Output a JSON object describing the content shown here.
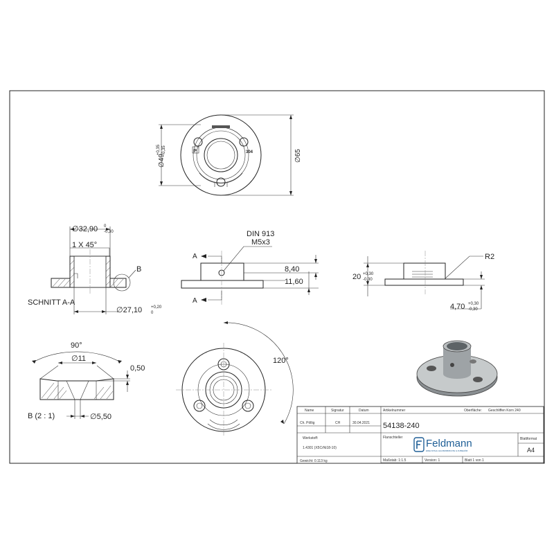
{
  "top_view": {
    "dia_inner": "∅49",
    "tol_inner_plus": "+0,35",
    "tol_inner_minus": "-0,35",
    "dia_outer": "∅65",
    "label_304": "304",
    "label_brand": "F"
  },
  "section_view": {
    "dia_top": "∅32,90",
    "tol_top_plus": "0",
    "tol_top_minus": "-0,30",
    "chamfer": "1 X 45°",
    "detail_ref": "B",
    "section_label": "SCHNITT A-A",
    "dia_bottom": "∅27,10",
    "tol_bottom_plus": "+0,20",
    "tol_bottom_minus": "0"
  },
  "front_view": {
    "din": "DIN 913",
    "screw": "M5x3",
    "cut_label": "A",
    "dim_height_1": "8,40",
    "dim_height_2": "11,60"
  },
  "side_view": {
    "dim_20": "20",
    "tol_20_plus": "+0,30",
    "tol_20_minus": "-0,30",
    "radius": "R2",
    "dim_thick": "4,70",
    "tol_thick_plus": "+0,30",
    "tol_thick_minus": "-0,30"
  },
  "detail_view": {
    "angle": "90°",
    "dia_top": "∅11",
    "depth": "0,50",
    "label": "B (2 : 1)",
    "dia_bottom": "∅5,50"
  },
  "bottom_view": {
    "angle": "120°"
  },
  "title_block": {
    "h_name": "Name",
    "h_sig": "Signatur",
    "h_date": "Datum",
    "h_art": "Artikelnummer",
    "h_surface": "Oberfläche:",
    "surface": "Geschliffen Korn 240",
    "name": "Ch. Pöllig",
    "sig": "CH",
    "date": "30.04.2021",
    "art_no": "54138-240",
    "part_name": "Flanschteller",
    "werkstoff_label": "Werkstoff:",
    "werkstoff": "1.4301 (X5CrNi18-10)",
    "brand": "Feldmann",
    "brand_tag": "EDELSTAHL HALBFABRIKATE & ZUBEHÖR",
    "blattformat_label": "Blattformat",
    "blattformat": "A4",
    "gewicht": "Gewicht: 0.113 kg",
    "massstab": "Maßstab: 1:1.5",
    "version": "Version: 1",
    "blatt": "Blatt 1 von 1"
  }
}
